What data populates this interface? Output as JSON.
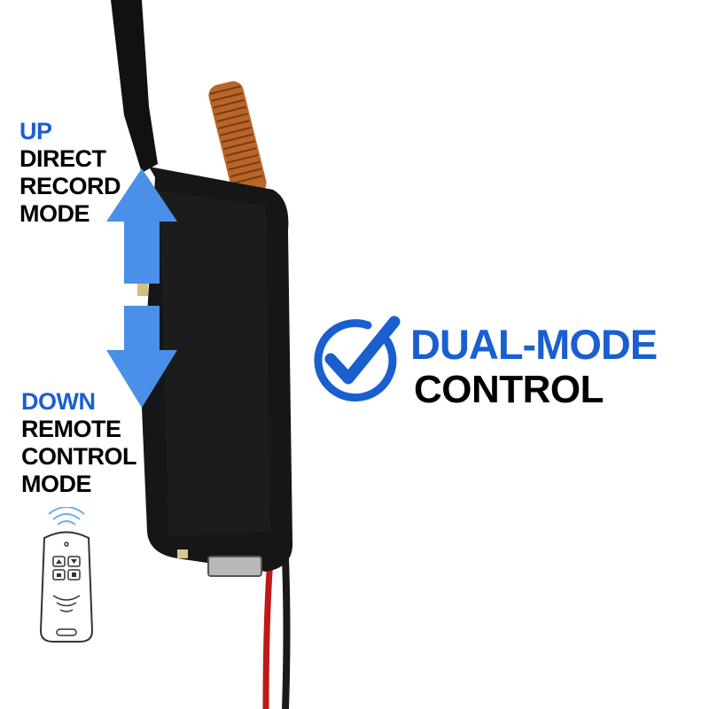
{
  "up_mode": {
    "title": "UP",
    "lines": [
      "DIRECT",
      "RECORD",
      "MODE"
    ]
  },
  "down_mode": {
    "title": "DOWN",
    "lines": [
      "REMOTE",
      "CONTROL",
      "MODE"
    ]
  },
  "headline": {
    "line1": "DUAL-MODE",
    "line2": "CONTROL"
  },
  "colors": {
    "accent_blue": "#1a5fcf",
    "arrow_blue": "#4a90e8",
    "text_black": "#000000"
  },
  "icons": [
    "arrow-up-icon",
    "arrow-down-icon",
    "checkmark-icon",
    "remote-control-icon",
    "wireless-signal-icon"
  ]
}
